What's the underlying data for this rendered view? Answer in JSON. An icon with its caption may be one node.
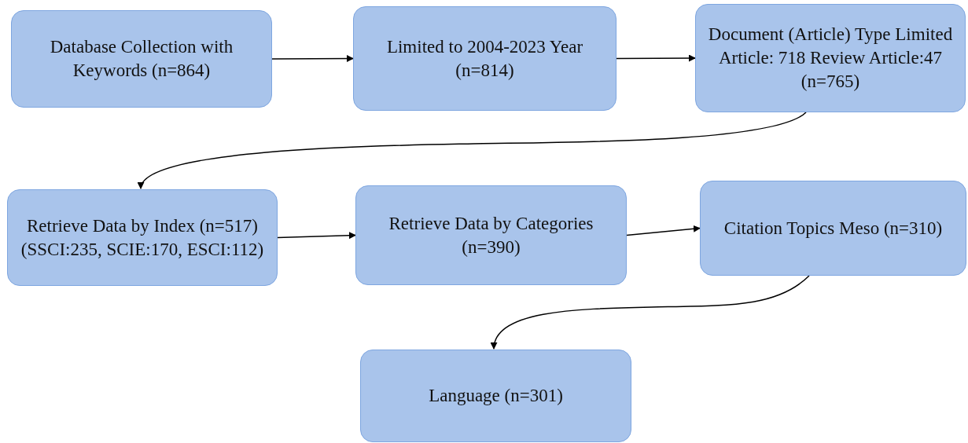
{
  "diagram": {
    "nodes": [
      {
        "text": [
          "Database Collection with Keywords (n=864)"
        ]
      },
      {
        "text": [
          "Limited to 2004-2023 Year (n=814)"
        ]
      },
      {
        "text": [
          "Document (Article) Type Limited Article: 718 Review Article:47 (n=765)"
        ]
      },
      {
        "text": [
          "Retrieve Data by Index (n=517) (SSCI:235, SCIE:170, ESCI:112)"
        ]
      },
      {
        "text": [
          "Retrieve Data by Categories (n=390)"
        ]
      },
      {
        "text": [
          "Citation Topics Meso (n=310)"
        ]
      },
      {
        "text": [
          "Language (n=301)"
        ]
      }
    ],
    "edges": [
      {
        "from": 0,
        "to": 1,
        "arrow": "to"
      },
      {
        "from": 1,
        "to": 2,
        "arrow": "to"
      },
      {
        "from": 2,
        "to": 3,
        "arrow": "to"
      },
      {
        "from": 3,
        "to": 4,
        "arrow": "to"
      },
      {
        "from": 4,
        "to": 5,
        "arrow": "to"
      },
      {
        "from": 5,
        "to": 6,
        "arrow": "to"
      }
    ]
  }
}
